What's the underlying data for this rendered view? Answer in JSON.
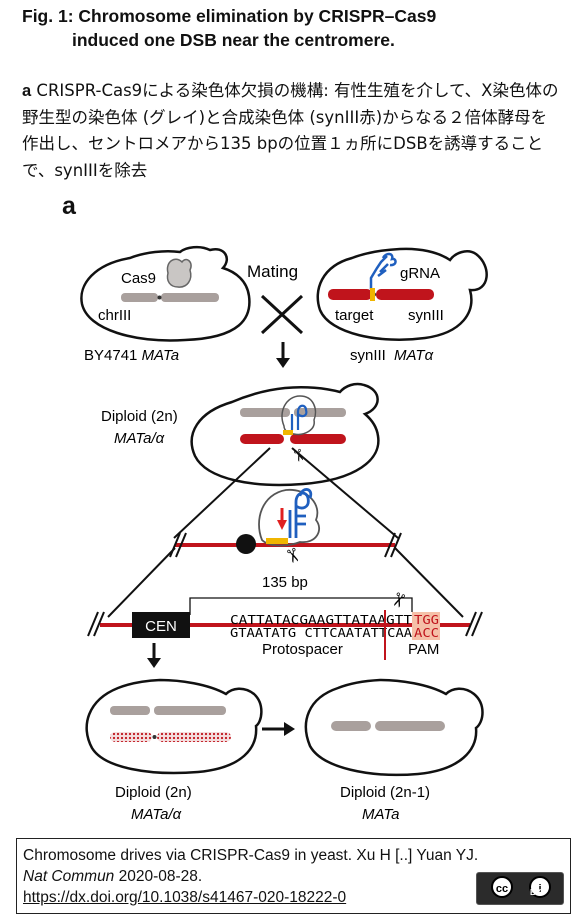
{
  "figure": {
    "title_line1": "Fig. 1: Chromosome elimination by CRISPR–Cas9",
    "title_line2": "induced one DSB near the centromere.",
    "caption_label": "a",
    "caption_text": " CRISPR-Cas9による染色体欠損の機構: 有性生殖を介して、X染色体の野生型の染色体 (グレイ)と合成染色体 (synIII赤)からなる２倍体酵母を作出し、セントロメアから135 bpの位置１ヵ所にDSBを誘導することで、synIIIを除去",
    "panel_letter": "a"
  },
  "diagram": {
    "cas9": "Cas9",
    "mating": "Mating",
    "grna": "gRNA",
    "chriii": "chrIII",
    "target": "target",
    "syniii": "synIII",
    "parent1_strain": "BY4741",
    "parent1_mat": "MATa",
    "parent2_strain": "synIII",
    "parent2_mat": "MATα",
    "diploid_label": "Diploid (2n)",
    "diploid_mat": "MATa/α",
    "distance": "135 bp",
    "cen": "CEN",
    "seq_top": "CATTATACGAAGTTATAAGTT",
    "seq_bottom": "GTAATATG CTTCAATATTCAA",
    "pam_top": "TGG",
    "pam_bottom": "ACC",
    "protospacer": "Protospacer",
    "pam": "PAM",
    "result1_label": "Diploid (2n)",
    "result1_mat": "MATa/α",
    "result2_label": "Diploid (2n-1)",
    "result2_mat": "MATa"
  },
  "citation": {
    "text": "Chromosome drives via CRISPR-Cas9 in yeast. Xu H [..] Yuan YJ.",
    "journal": "Nat Commun",
    "date": " 2020-08-28.",
    "doi": "https://dx.doi.org/10.1038/s41467-020-18222-0",
    "license_cc": "cc",
    "license_by": "BY",
    "license_by_symbol": "i"
  },
  "colors": {
    "synthetic_chr": "#c0141c",
    "wild_chr": "#a9a09d",
    "grna": "#1f5fbf",
    "pam_fill": "#f5c0a8",
    "target_mark": "#f0b500"
  }
}
